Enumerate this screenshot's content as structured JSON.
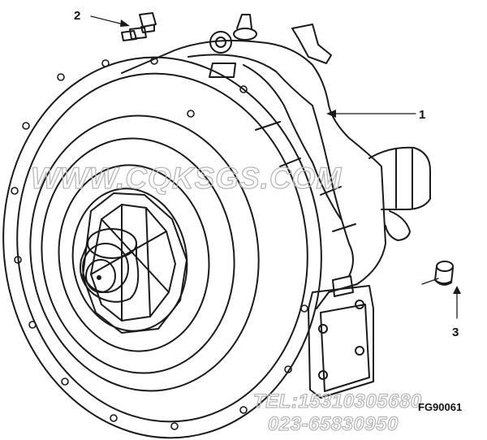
{
  "callouts": {
    "part_1": "1",
    "part_2": "2",
    "part_3": "3"
  },
  "reference_code": "FG90061",
  "watermark": {
    "site": "WWW.CQKSGS.COM",
    "tel_line": "TEL:15310305680",
    "phone_line": "023-65830950"
  },
  "colors": {
    "line": "#1a1a1a",
    "watermark": "#b8b8b8",
    "background": "#ffffff"
  }
}
